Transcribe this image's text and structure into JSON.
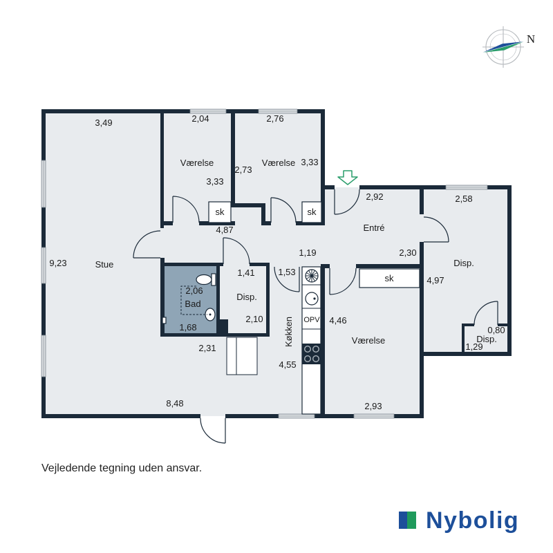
{
  "colors": {
    "wall": "#1b2a39",
    "floor": "#e8ebee",
    "bathroom": "#8fa5b6",
    "window": "#d9dde0",
    "accent_green": "#2a9d6b",
    "brand_blue": "#1d4f9a",
    "brand_green": "#1f9a5c"
  },
  "icons": [
    "compass-icon",
    "entrance-arrow-icon",
    "toilet-icon",
    "washbasin-icon",
    "floor-drain-icon",
    "extractor-hood-icon",
    "kitchen-sink-icon",
    "hob-icon",
    "staircase-icon",
    "logo-mark-icon"
  ],
  "compass": {
    "north_label": "N"
  },
  "rooms": {
    "stue": {
      "name": "Stue",
      "width_top": "3,49",
      "length_left": "9,23",
      "width_bottom": "8,48"
    },
    "vaerelse_1": {
      "name": "Værelse",
      "width": "2,04",
      "length": "3,33",
      "wardrobe": "sk"
    },
    "vaerelse_2": {
      "name": "Værelse",
      "width": "2,76",
      "length_left": "2,73",
      "length_right": "3,33",
      "wardrobe": "sk"
    },
    "entre": {
      "name": "Entré",
      "width": "2,92",
      "length": "2,30"
    },
    "hallway": {
      "dim_a": "4,87",
      "dim_b": "1,19",
      "dim_c": "1,53",
      "dim_d": "2,31"
    },
    "disp_1": {
      "name": "Disp.",
      "width": "2,58",
      "length": "4,97"
    },
    "disp_2": {
      "name": "Disp.",
      "width": "1,29",
      "length": "0,80"
    },
    "bad": {
      "name": "Bad",
      "width": "1,68",
      "length": "2,06"
    },
    "disp_3": {
      "name": "Disp.",
      "width": "1,41",
      "length": "2,10"
    },
    "koekken": {
      "name": "Køkken",
      "length": "4,55",
      "appliance": "OPV"
    },
    "vaerelse_3": {
      "name": "Værelse",
      "width": "2,93",
      "length": "4,46",
      "wardrobe": "sk"
    }
  },
  "disclaimer": "Vejledende tegning uden ansvar.",
  "logo": {
    "text": "Nybolig"
  }
}
